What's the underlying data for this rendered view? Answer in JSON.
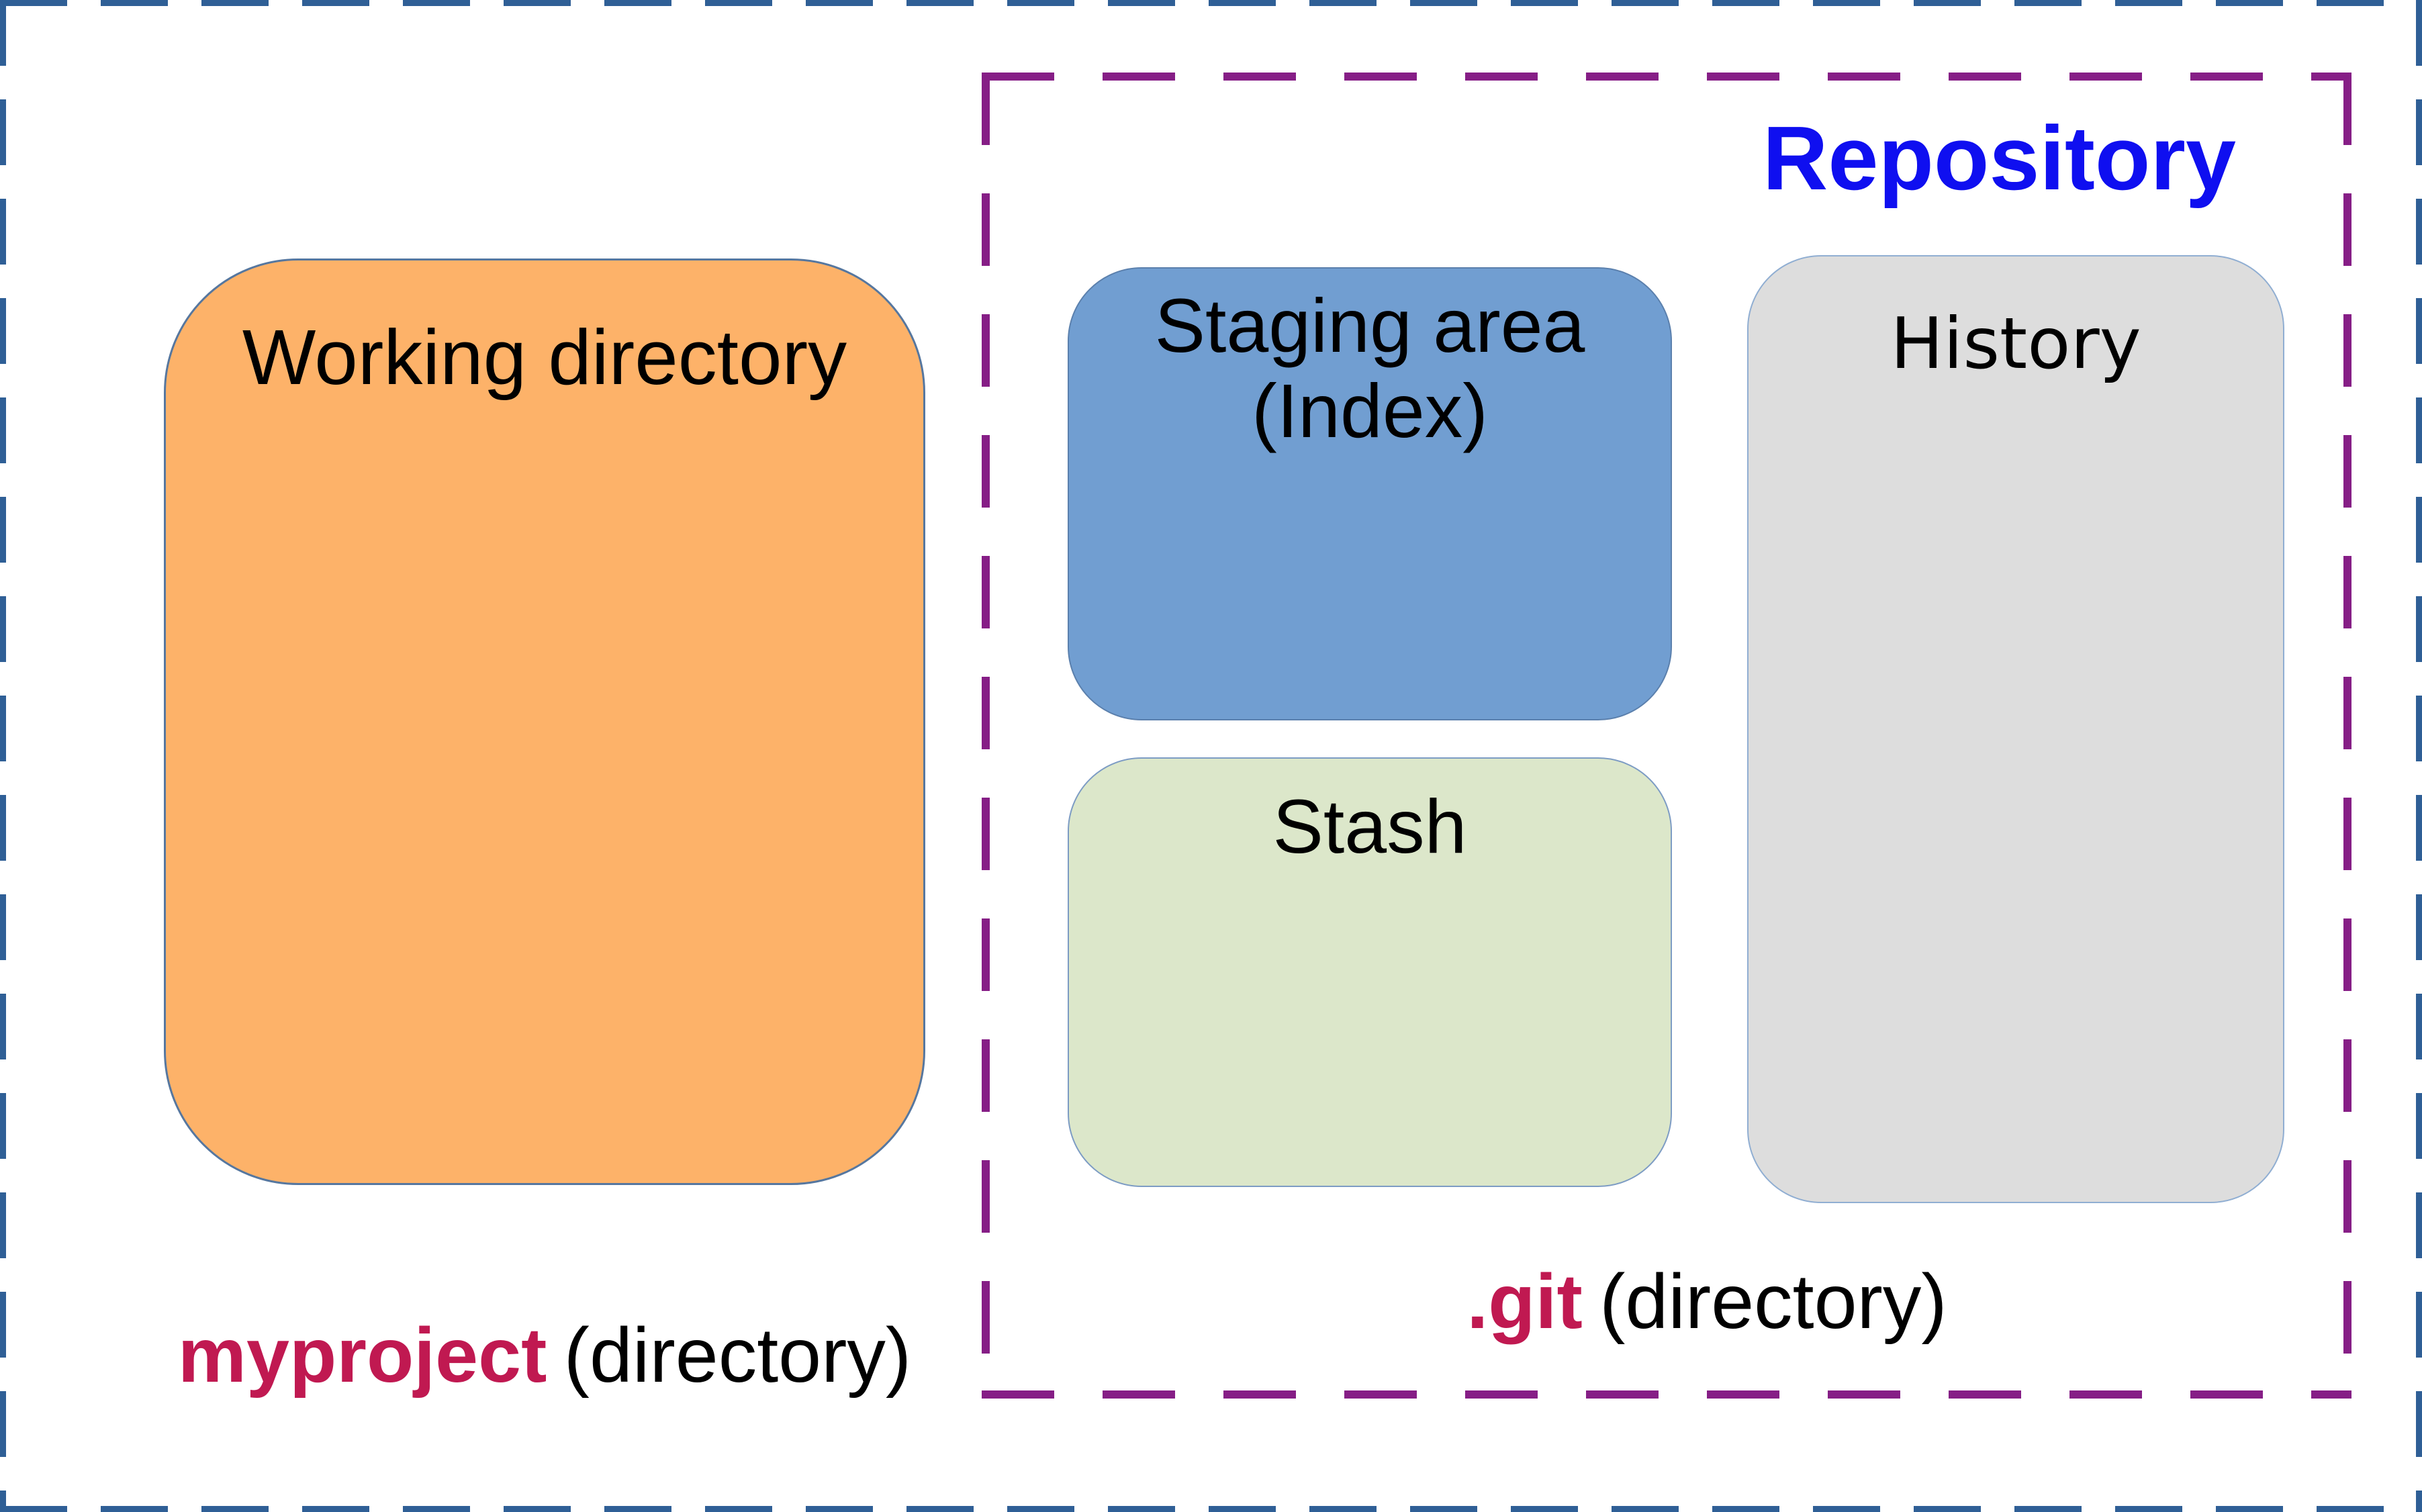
{
  "diagram": {
    "repository": {
      "title": "Repository",
      "caption_bold": ".git",
      "caption_rest": "(directory)"
    },
    "project_caption": {
      "caption_bold": "myproject",
      "caption_rest": "(directory)"
    },
    "boxes": {
      "working_directory": {
        "label": "Working directory",
        "fill": "#FDB269"
      },
      "staging_area": {
        "label_line1": "Staging area",
        "label_line2": "(Index)",
        "fill": "#719ED1"
      },
      "stash": {
        "label": "Stash",
        "fill": "#DCE7CA"
      },
      "history": {
        "label": "History",
        "fill": "#DDDDDD"
      }
    },
    "colors": {
      "outer_dashed_border": "#2F5F96",
      "repository_dashed_border": "#861E86",
      "repository_title_text": "#0F0FF0",
      "accent_caption_text": "#C01951",
      "body_text": "#000000"
    }
  }
}
